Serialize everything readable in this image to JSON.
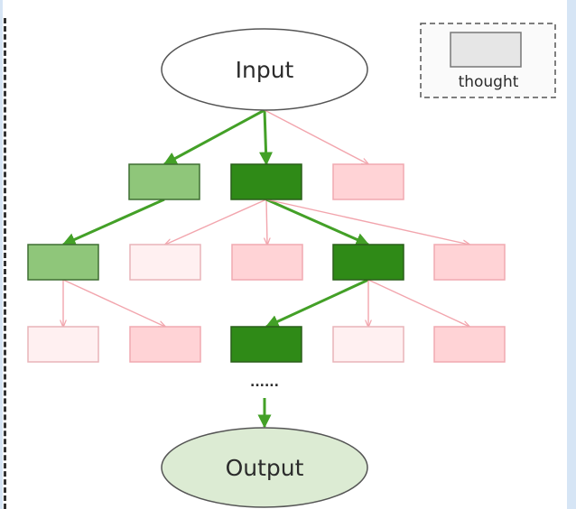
{
  "diagram": {
    "input_label": "Input",
    "output_label": "Output",
    "ellipsis": "......",
    "legend": {
      "label": "thought",
      "swatch_color": "#e6e6e6"
    },
    "colors": {
      "selected": "#2f8a17",
      "partial": "#8fc67a",
      "high": "#ffd3d6",
      "low": "#fff0f1",
      "edge_selected": "#43a027",
      "edge_pruned": "#f2a5ad",
      "output_fill": "#dcebd3"
    },
    "levels": [
      [
        "partial",
        "selected",
        "high"
      ],
      [
        "partial",
        "low",
        "high",
        "selected",
        "high"
      ],
      [
        "low",
        "high",
        "selected",
        "low",
        "high"
      ]
    ],
    "edges": [
      {
        "from": "input",
        "to": "0.0",
        "kind": "selected"
      },
      {
        "from": "input",
        "to": "0.1",
        "kind": "selected"
      },
      {
        "from": "input",
        "to": "0.2",
        "kind": "pruned"
      },
      {
        "from": "0.0",
        "to": "1.0",
        "kind": "selected"
      },
      {
        "from": "0.1",
        "to": "1.1",
        "kind": "pruned"
      },
      {
        "from": "0.1",
        "to": "1.2",
        "kind": "pruned"
      },
      {
        "from": "0.1",
        "to": "1.3",
        "kind": "selected"
      },
      {
        "from": "0.1",
        "to": "1.4",
        "kind": "pruned"
      },
      {
        "from": "1.0",
        "to": "2.0",
        "kind": "pruned"
      },
      {
        "from": "1.0",
        "to": "2.1",
        "kind": "pruned"
      },
      {
        "from": "1.3",
        "to": "2.2",
        "kind": "selected"
      },
      {
        "from": "1.3",
        "to": "2.3",
        "kind": "pruned"
      },
      {
        "from": "1.3",
        "to": "2.4",
        "kind": "pruned"
      },
      {
        "from": "ellipsis",
        "to": "output",
        "kind": "selected"
      }
    ]
  }
}
